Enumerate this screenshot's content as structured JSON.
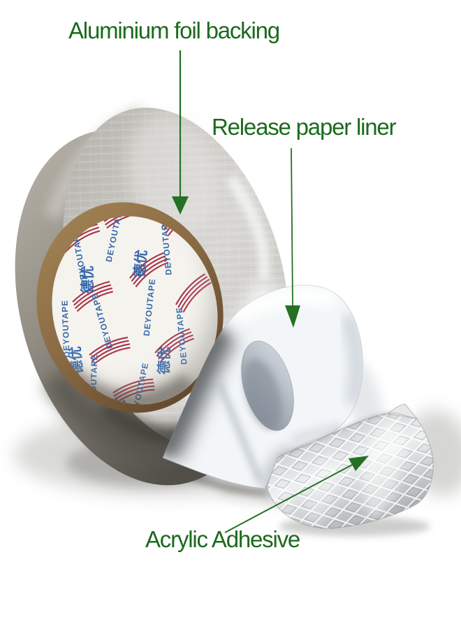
{
  "scene": {
    "description": "Roll of aluminium foil tape partially unrolled, release paper liner peeled back exposing the acrylic adhesive",
    "background_color": "#ffffff"
  },
  "annotations": {
    "label_color": "#1b6a1d",
    "arrow_color": "#257024",
    "foil": {
      "label": "Aluminium foil backing"
    },
    "liner": {
      "label": "Release paper liner"
    },
    "adhesive": {
      "label": "Acrylic Adhesive"
    }
  },
  "core_print": {
    "brand_name": "DEYOUTAPE",
    "brand_chinese": "德优"
  },
  "palette": {
    "foil_silver": "#cdccc7",
    "foil_highlight": "#eef0f0",
    "roll_side_taupe": "#8e897f",
    "core_ring_brown": "#8a6a44",
    "core_paper": "#f5f3ee",
    "brand_blue": "#3568ac",
    "brand_red": "#a93248",
    "liner_white": "#f3f6f8",
    "liner_shadow": "#6d7276",
    "adhesive_silver": "#d5d8d9"
  }
}
